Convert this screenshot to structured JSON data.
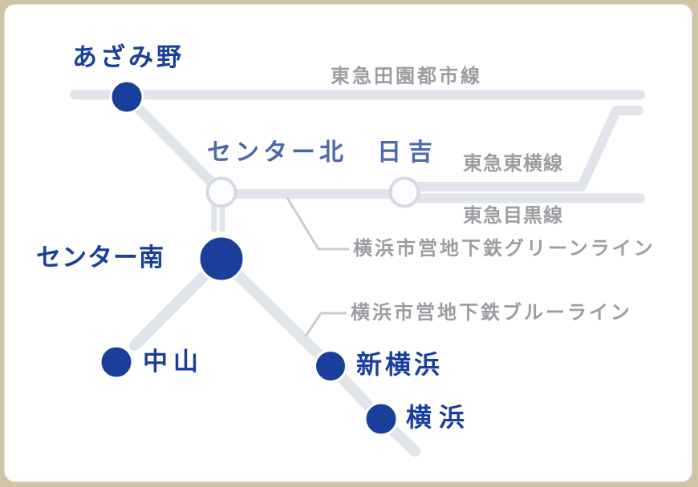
{
  "map": {
    "type": "rail-transit-diagram",
    "region": "Yokohama area rail network"
  },
  "colors": {
    "frame": "#cfc5a6",
    "panel": "#ffffff",
    "rail_line": "#e1e4ea",
    "leader_line": "#c9ccd3",
    "station_dot": "#1a3f9a",
    "station_label_primary": "#1a3f9a",
    "station_label_secondary": "#4b69ac",
    "line_label": "#9b9da1",
    "interchange_fill": "#fcfdfe",
    "interchange_stroke": "#d6d9e0"
  },
  "stations": [
    {
      "id": "azamino",
      "name": "あざみ野",
      "marker": "filled-dot"
    },
    {
      "id": "center-kita",
      "name": "センター北",
      "marker": "open-circle"
    },
    {
      "id": "hiyoshi",
      "name": "日吉",
      "marker": "open-circle"
    },
    {
      "id": "center-minami",
      "name": "センター南",
      "marker": "large-filled-dot"
    },
    {
      "id": "nakayama",
      "name": "中山",
      "marker": "filled-dot"
    },
    {
      "id": "shin-yokohama",
      "name": "新横浜",
      "marker": "filled-dot"
    },
    {
      "id": "yokohama",
      "name": "横浜",
      "marker": "filled-dot"
    }
  ],
  "lines": [
    {
      "id": "denentoshi",
      "name": "東急田園都市線",
      "label_style": "inline"
    },
    {
      "id": "toyoko",
      "name": "東急東横線",
      "label_style": "inline"
    },
    {
      "id": "meguro",
      "name": "東急目黒線",
      "label_style": "inline"
    },
    {
      "id": "green-line",
      "name": "横浜市営地下鉄グリーンライン",
      "label_style": "callout"
    },
    {
      "id": "blue-line",
      "name": "横浜市営地下鉄ブルーライン",
      "label_style": "callout"
    }
  ]
}
